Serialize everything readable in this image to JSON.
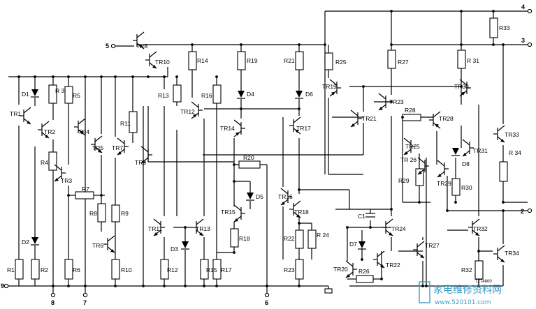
{
  "pins": {
    "p2": "2",
    "p3": "3",
    "p4": "4",
    "p5": "5",
    "p6": "6",
    "p7": "7",
    "p8": "8",
    "p9": "9"
  },
  "transistors": {
    "TR1": "TR1",
    "TR2": "TR2",
    "TR3": "TR3",
    "TR4": "TR4",
    "TR5": "TR5",
    "TR6": "TR6",
    "TR7": "TR7",
    "TR8": "TR8",
    "TR9": "TR9",
    "TR10": "TR10",
    "TR11": "TR11",
    "TR12": "TR12",
    "TR13": "TR13",
    "TR14": "TR14",
    "TR15": "TR15",
    "TR16": "TR16",
    "TR17": "TR17",
    "TR18": "TR18",
    "TR19": "TR19",
    "TR20": "TR20",
    "TR21": "TR21",
    "TR22": "TR22",
    "TR23": "TR23",
    "TR24": "TR24",
    "TR25": "TR25",
    "TR26": "TR 26",
    "TR27": "TR27",
    "TR28": "TR28",
    "TR29": "TR29",
    "TR30": "TR30",
    "TR31": "TR31",
    "TR32": "TR32",
    "TR33": "TR33",
    "TR34": "TR34"
  },
  "resistors": {
    "R1": "R1",
    "R2": "R2",
    "R3": "R 3",
    "R4": "R4",
    "R5": "R5",
    "R6": "R6",
    "R7": "R7",
    "R8": "R8",
    "R9": "R9",
    "R10": "R10",
    "R11": "R11",
    "R12": "R12",
    "R13": "R13",
    "R14": "R14",
    "R15": "R15",
    "R16": "R16",
    "R17": "R17",
    "R18": "R18",
    "R19": "R19",
    "R20": "R20",
    "R21": "R21",
    "R22": "R22",
    "R23": "R23",
    "R24": "R 24",
    "R25": "R25",
    "R26": "R26",
    "R27": "R27",
    "R28": "R28",
    "R29": "R29",
    "R30": "R30",
    "R31": "R 31",
    "R32": "R32",
    "R33": "R33",
    "R34": "R 34"
  },
  "diodes": {
    "D1": "D1",
    "D2": "D2",
    "D3": "D3",
    "D4": "D4",
    "D5": "D5",
    "D6": "D6",
    "D7": "D7",
    "D8": "D8"
  },
  "capacitors": {
    "C1": "C1"
  },
  "code": "7Z74800",
  "watermark": {
    "main": "家电维修资料网",
    "url": "www.520101.com",
    "color": "#3a9ec9"
  }
}
